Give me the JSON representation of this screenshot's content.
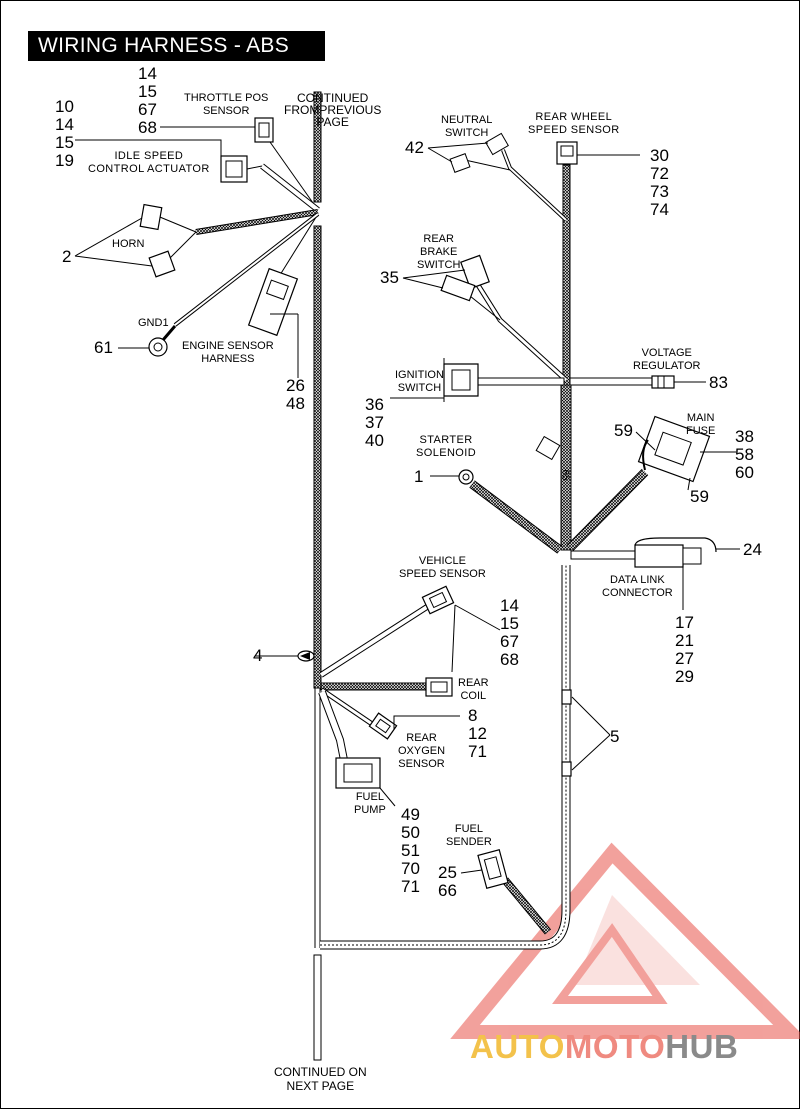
{
  "title": "WIRING HARNESS - ABS",
  "labels": {
    "throttle": "THROTTLE POS\nSENSOR",
    "continued_prev": "CONTINUED\nFROMPREVIOUS\nPAGE",
    "idle": "IDLE SPEED\nCONTROL ACTUATOR",
    "horn": "HORN",
    "gnd1": "GND1",
    "engine_sensor": "ENGINE SENSOR\nHARNESS",
    "neutral": "NEUTRAL\nSWITCH",
    "rear_wheel": "REAR WHEEL\nSPEED SENSOR",
    "rear_brake": "REAR\nBRAKE\nSWITCH",
    "ignition": "IGNITION\nSWITCH",
    "voltage": "VOLTAGE\nREGULATOR",
    "main_fuse": "MAIN\nFUSE",
    "starter": "STARTER\nSOLENOID",
    "data_link": "DATA LINK\nCONNECTOR",
    "vehicle_speed": "VEHICLE\nSPEED SENSOR",
    "rear_coil": "REAR\nCOIL",
    "rear_oxygen": "REAR\nOXYGEN\nSENSOR",
    "fuel_pump": "FUEL\nPUMP",
    "fuel_sender": "FUEL\nSENDER",
    "continued_next": "CONTINUED ON\nNEXT PAGE"
  },
  "numbers": {
    "throttle_top": "14\n15\n67\n68",
    "idle_left": "10\n14\n15\n19",
    "horn": "2",
    "gnd": "61",
    "engine_sensor": "26\n48",
    "neutral": "42",
    "rear_wheel": "30\n72\n73\n74",
    "rear_brake": "35",
    "ignition": "36\n37\n40",
    "voltage": "83",
    "main_fuse_top": "59",
    "main_fuse_right": "38\n58\n60",
    "main_fuse_bottom": "59",
    "starter": "1",
    "wire_mark": "65",
    "data_link_right": "24",
    "data_link_below": "17\n21\n27\n29",
    "vehicle_speed": "14\n15\n67\n68",
    "clip": "4",
    "clips_right": "5",
    "rear_oxygen": "8\n12\n71",
    "fuel_pump": "49\n50\n51\n70\n71",
    "fuel_sender": "25\n66"
  },
  "watermark": {
    "part1": "AUTO",
    "part2": "MOTO",
    "part3": "HUB",
    "color_gold": "#f3c24b",
    "color_red": "#ef8a80",
    "color_gray": "#8a8a8a"
  }
}
